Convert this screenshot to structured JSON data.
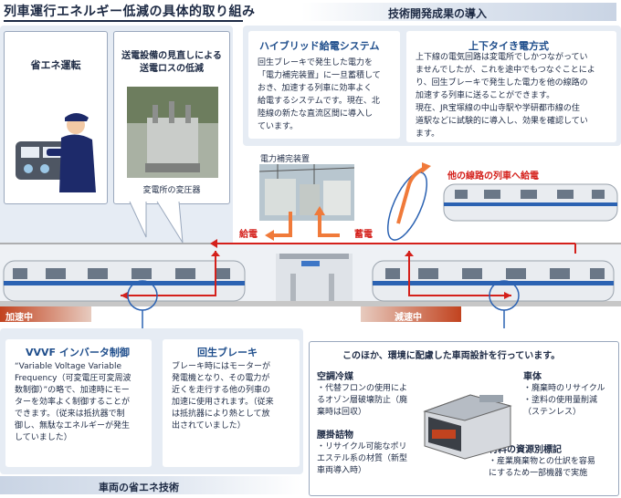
{
  "header": {
    "title": "列車運行エネルギー低減の具体的取り組み",
    "section_title": "技術開発成果の導入"
  },
  "panels": {
    "eco_driving": {
      "title": "省エネ運転"
    },
    "substation": {
      "title_line1": "送電設備の見直しによる",
      "title_line2": "送電ロスの低減",
      "caption": "変電所の変圧器"
    },
    "hybrid": {
      "title": "ハイブリッド給電システム",
      "body": [
        "回生ブレーキで発生した電力を",
        "「電力補完装置」に一旦蓄積して",
        "おき、加速する列車に効率よく",
        "給電するシステムです。現在、北",
        "陸線の新たな直流区間に導入し",
        "ています。"
      ],
      "caption": "電力補完装置"
    },
    "uplink": {
      "title": "上下タイき電方式",
      "body": [
        "上下線の電気回路は変電所でしかつながってい",
        "ませんでしたが、これを途中でもつなぐことによ",
        "り、回生ブレーキで発生した電力を他の線路の",
        "加速する列車に送ることができます。",
        "現在、JR宝塚線の中山寺駅や学研都市線の住",
        "道駅などに試験的に導入し、効果を確認してい",
        "ます。"
      ]
    }
  },
  "diagram": {
    "feed_label": "給電",
    "store_label": "蓄電",
    "other_line_label": "他の線路の列車へ給電",
    "accel_label": "加速中",
    "decel_label": "減速中"
  },
  "vvvf": {
    "title": "VVVF インバータ制御",
    "body": [
      "“Variable Voltage Variable",
      "Frequency（可変電圧可変周波",
      "数制御）”の略で、加速時にモー",
      "ターを効率よく制御することが",
      "できます。（従来は抵抗器で制",
      "御し、無駄なエネルギーが発生",
      "していました）"
    ]
  },
  "regen": {
    "title": "回生ブレーキ",
    "body": [
      "ブレーキ時にはモーターが",
      "発電機となり、その電力が",
      "近くを走行する他の列車の",
      "加速に使用されます。（従来",
      "は抵抗器により熱として放",
      "出されていました）"
    ]
  },
  "eco_design": {
    "title": "このほか、環境に配慮した車両設計を行っています。",
    "aircon": {
      "title": "空調冷媒",
      "body": [
        "・代替フロンの使用によ",
        "るオゾン層破壊防止（廃",
        "棄時は回収）"
      ]
    },
    "body": {
      "title": "車体",
      "items": [
        "・廃棄時のリサイクル",
        "・塗料の使用量削減",
        "（ステンレス）"
      ]
    },
    "floor": {
      "title": "腰掛詰物",
      "body": [
        "・リサイクル可能なポリ",
        "エステル系の材質（新型",
        "車両導入時）"
      ]
    },
    "material": {
      "title": "材料の資源別標記",
      "body": [
        "・産業廃棄物との仕訳を容易",
        "にするため一部機器で実施"
      ]
    }
  },
  "footer": {
    "label": "車両の省エネ技術"
  },
  "colors": {
    "red": "#d4201b",
    "blue": "#1f4e8c",
    "accent_orange": "#f07a3a"
  }
}
